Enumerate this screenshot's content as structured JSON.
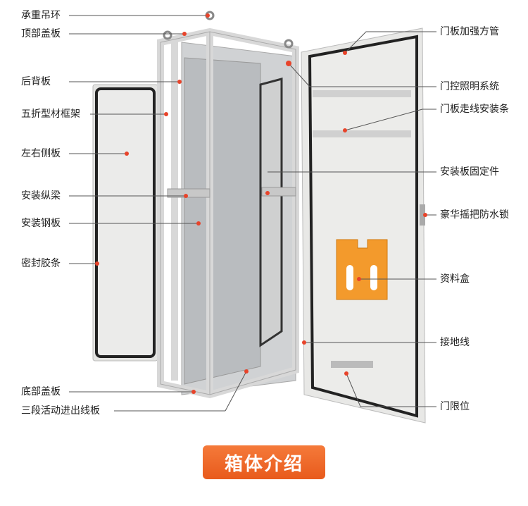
{
  "left_labels": [
    "承重吊环",
    "顶部盖板",
    "后背板",
    "五折型材框架",
    "左右侧板",
    "安装纵梁",
    "安装钢板",
    "密封胶条",
    "底部盖板",
    "三段活动进出线板"
  ],
  "right_labels": [
    "门板加强方管",
    "门控照明系统",
    "门板走线安装条",
    "安装板固定件",
    "豪华摇把防水锁",
    "资料盒",
    "接地线",
    "门限位"
  ],
  "title": "箱体介绍",
  "colors": {
    "accent": "#ee6424",
    "marker": "#e8432a",
    "line": "#555555",
    "orange_box": "#f39a2c"
  }
}
